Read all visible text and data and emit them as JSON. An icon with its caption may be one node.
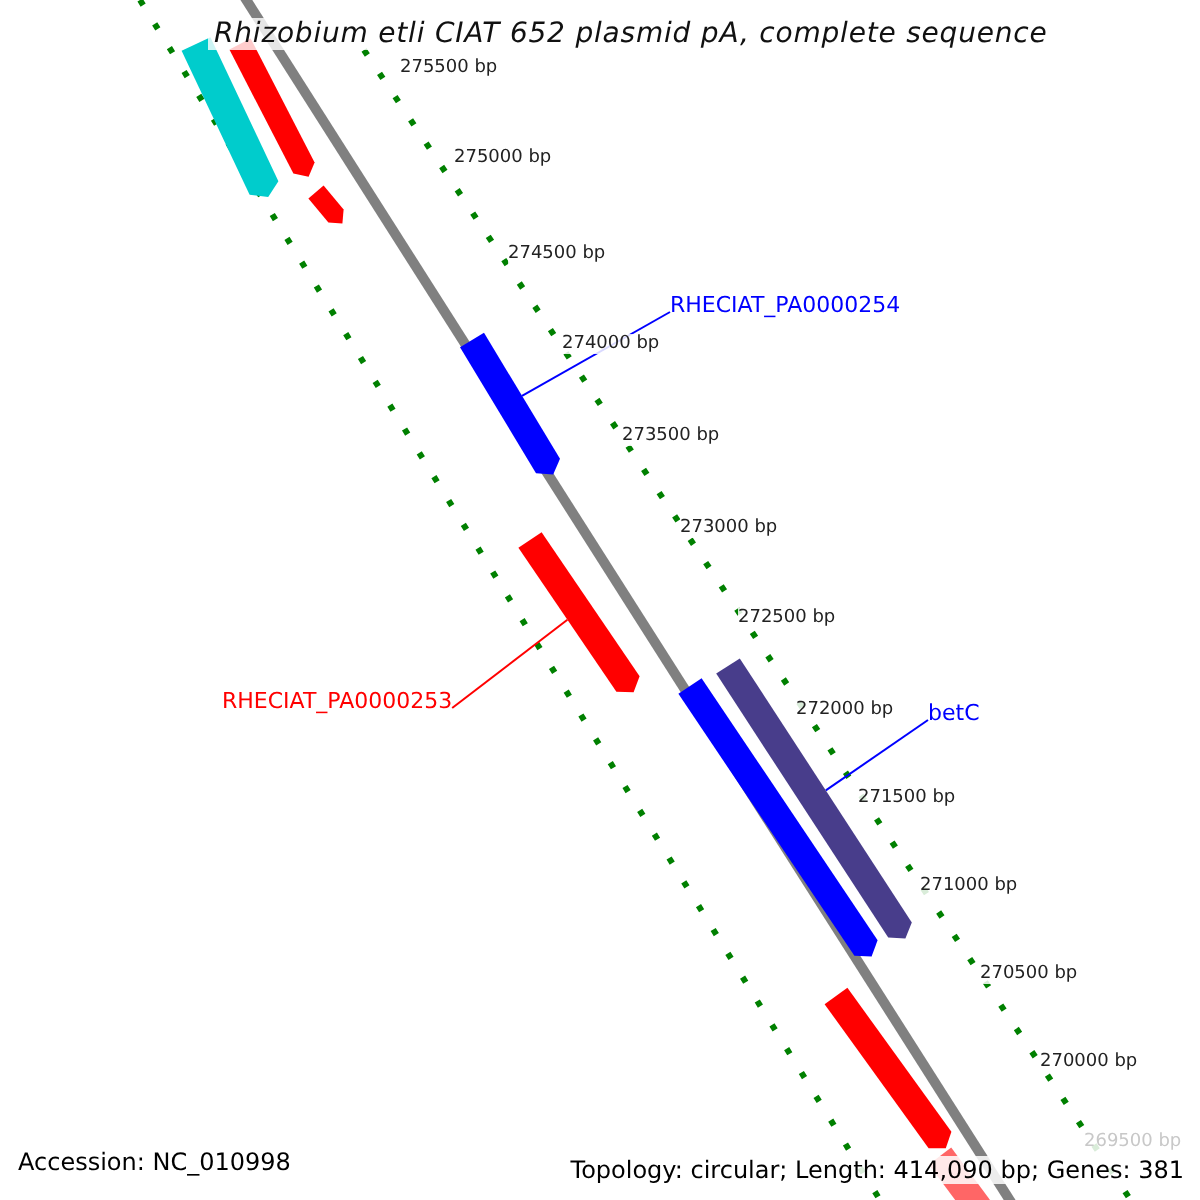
{
  "diagram": {
    "title": "Rhizobium etli CIAT 652 plasmid pA, complete sequence",
    "nodes": [
      {
        "text": [],
        "shape": "bar"
      },
      {
        "text": [],
        "shape": "bar"
      },
      {
        "text": [],
        "shape": "bar"
      },
      {
        "text": [
          "RHECIAT_PA0000254"
        ]
      },
      {
        "text": [],
        "shape": "bar"
      },
      {
        "text": [
          "RHECIAT_PA0000253"
        ]
      },
      {
        "text": [],
        "shape": "bar"
      },
      {
        "text": [
          "betC"
        ]
      },
      {
        "text": [],
        "shape": "bar"
      },
      {
        "text": [],
        "shape": "bar"
      },
      {
        "text": [],
        "shape": "bar"
      },
      {
        "text": [],
        "shape": "bar"
      }
    ],
    "edges": [
      {
        "from": 3,
        "to": 4,
        "arrow": "none"
      },
      {
        "from": 5,
        "to": 6,
        "arrow": "none",
        "color": "#ff0000"
      },
      {
        "from": 7,
        "to": 8,
        "arrow": "none"
      }
    ],
    "labels": [
      "275500 bp",
      "275000 bp",
      "274500 bp",
      "274000 bp",
      "273500 bp",
      "273000 bp",
      "272500 bp",
      "272000 bp",
      "271500 bp",
      "271000 bp",
      "270500 bp",
      "270000 bp",
      "269500 bp",
      "Accession: NC_010998",
      "Topology: circular; Length: 414,090 bp; Genes: 381"
    ]
  }
}
